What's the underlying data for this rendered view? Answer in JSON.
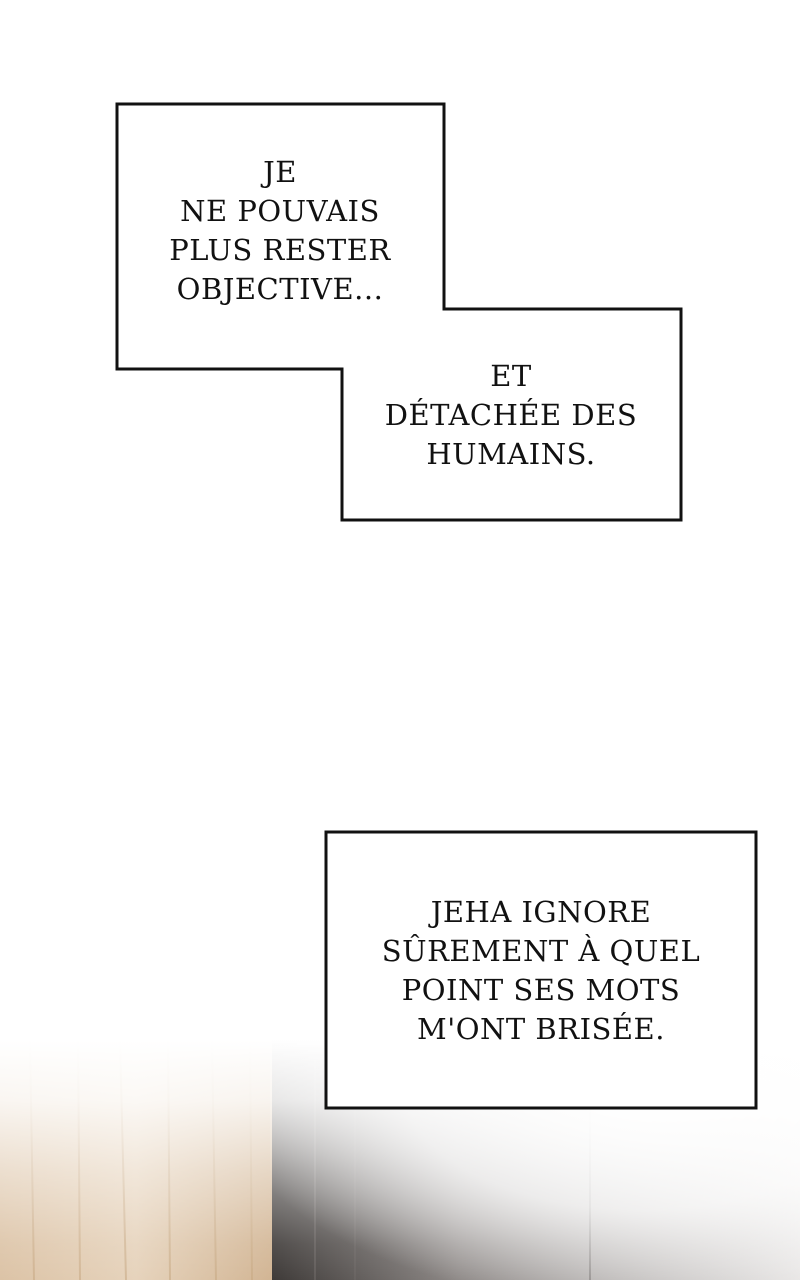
{
  "captions": [
    {
      "id": "caption-1",
      "lines": [
        "JE",
        "NE POUVAIS",
        "PLUS RESTER",
        "OBJECTIVE..."
      ]
    },
    {
      "id": "caption-2",
      "lines": [
        "ET",
        "DÉTACHÉE DES",
        "HUMAINS."
      ]
    },
    {
      "id": "caption-3",
      "lines": [
        "JEHA IGNORE",
        "SÛREMENT À QUEL",
        "POINT SES MOTS",
        "M'ONT BRISÉE."
      ]
    }
  ],
  "colors": {
    "border": "#111111",
    "text": "#111111",
    "background": "#ffffff",
    "wood_light": "#e2cdb4",
    "wood_dark": "#c9ab88",
    "shadow_gray": "#4a4644"
  }
}
